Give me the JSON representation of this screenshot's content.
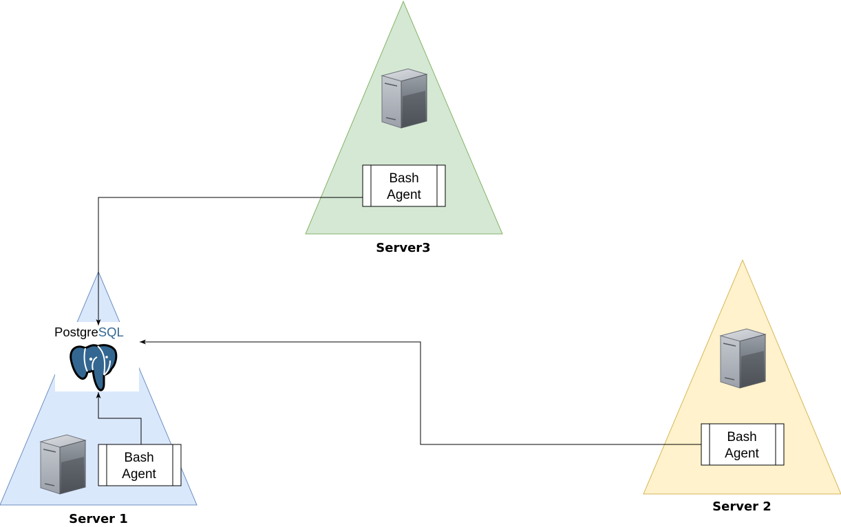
{
  "servers": {
    "server1": {
      "label": "Server 1",
      "fill": "#dae8fc",
      "stroke": "#6c8ebf"
    },
    "server2": {
      "label": "Server 2",
      "fill": "#fff2cc",
      "stroke": "#d6b656"
    },
    "server3": {
      "label": "Server3",
      "fill": "#d5e8d4",
      "stroke": "#82b366"
    }
  },
  "agents": {
    "server1": {
      "line1": "Bash",
      "line2": "Agent"
    },
    "server2": {
      "line1": "Bash",
      "line2": "Agent"
    },
    "server3": {
      "line1": "Bash",
      "line2": "Agent"
    }
  },
  "database": {
    "logo_text_part1": "Postgre",
    "logo_text_part2": "SQL",
    "color_dark": "#336791"
  },
  "connections": [
    {
      "from": "server3-bash-agent",
      "to": "postgresql-database"
    },
    {
      "from": "server1-bash-agent",
      "to": "postgresql-database"
    },
    {
      "from": "server2-bash-agent",
      "to": "postgresql-database"
    }
  ]
}
